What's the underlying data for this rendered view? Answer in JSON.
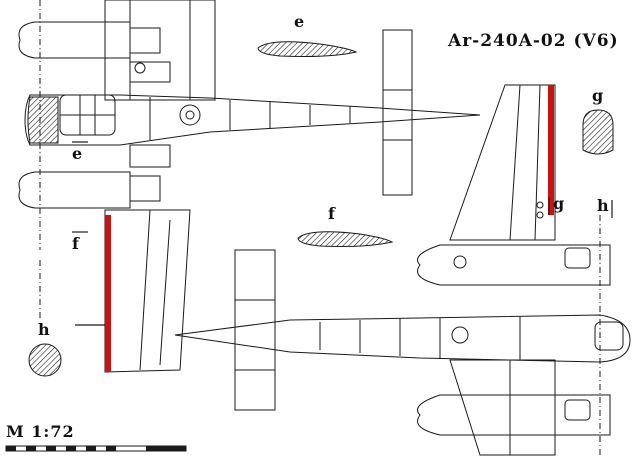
{
  "title": "Ar-240A-02 (V6)",
  "scale": "M  1:72",
  "section_labels": {
    "e_top": "e",
    "e_side": "e",
    "f_mid": "f",
    "f_side": "f",
    "g_top": "g",
    "g_side": "g",
    "h_right": "h",
    "h_left": "h"
  },
  "colors": {
    "line": "#1a1a1a",
    "accent_red": "#cc1111",
    "background": "#ffffff"
  }
}
